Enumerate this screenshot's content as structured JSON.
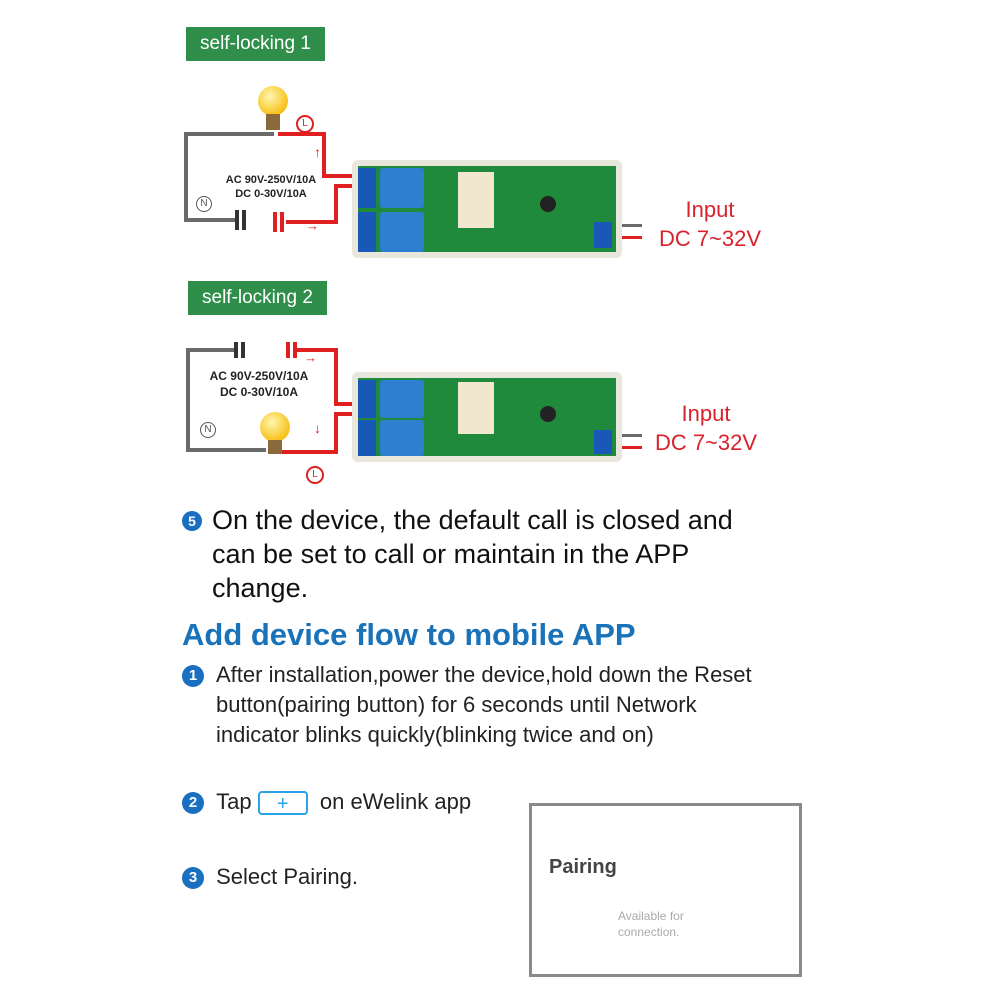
{
  "diagram1": {
    "tag": "self-locking 1",
    "spec_line1": "AC 90V-250V/10A",
    "spec_line2": "DC 0-30V/10A",
    "live_label": "L",
    "neutral_label": "N",
    "input_line1": "Input",
    "input_line2": "DC 7~32V"
  },
  "diagram2": {
    "tag": "self-locking 2",
    "spec_line1": "AC 90V-250V/10A",
    "spec_line2": "DC 0-30V/10A",
    "live_label": "L",
    "neutral_label": "N",
    "input_line1": "Input",
    "input_line2": "DC 7~32V"
  },
  "note5": {
    "number": "5",
    "text": "On the device, the default call is closed and can be set to call or maintain in the APP change."
  },
  "section_heading": "Add device flow to mobile APP",
  "steps": [
    {
      "number": "1",
      "text": "After installation,power the device,hold down the Reset button(pairing button) for 6 seconds until Network indicator blinks quickly(blinking twice and on)"
    },
    {
      "number": "2",
      "prefix": "Tap",
      "button_label": "+",
      "suffix": "on  eWelink app"
    },
    {
      "number": "3",
      "text": "Select  Pairing."
    }
  ],
  "pairing_card": {
    "title": "Pairing",
    "subtitle_line1": "Available for",
    "subtitle_line2": "connection."
  },
  "colors": {
    "tag_green": "#2f8f4a",
    "wire_red": "#e02020",
    "heading_blue": "#1a72b8",
    "step_number_blue": "#1a6fc0",
    "plus_button_blue": "#29a3e6"
  }
}
